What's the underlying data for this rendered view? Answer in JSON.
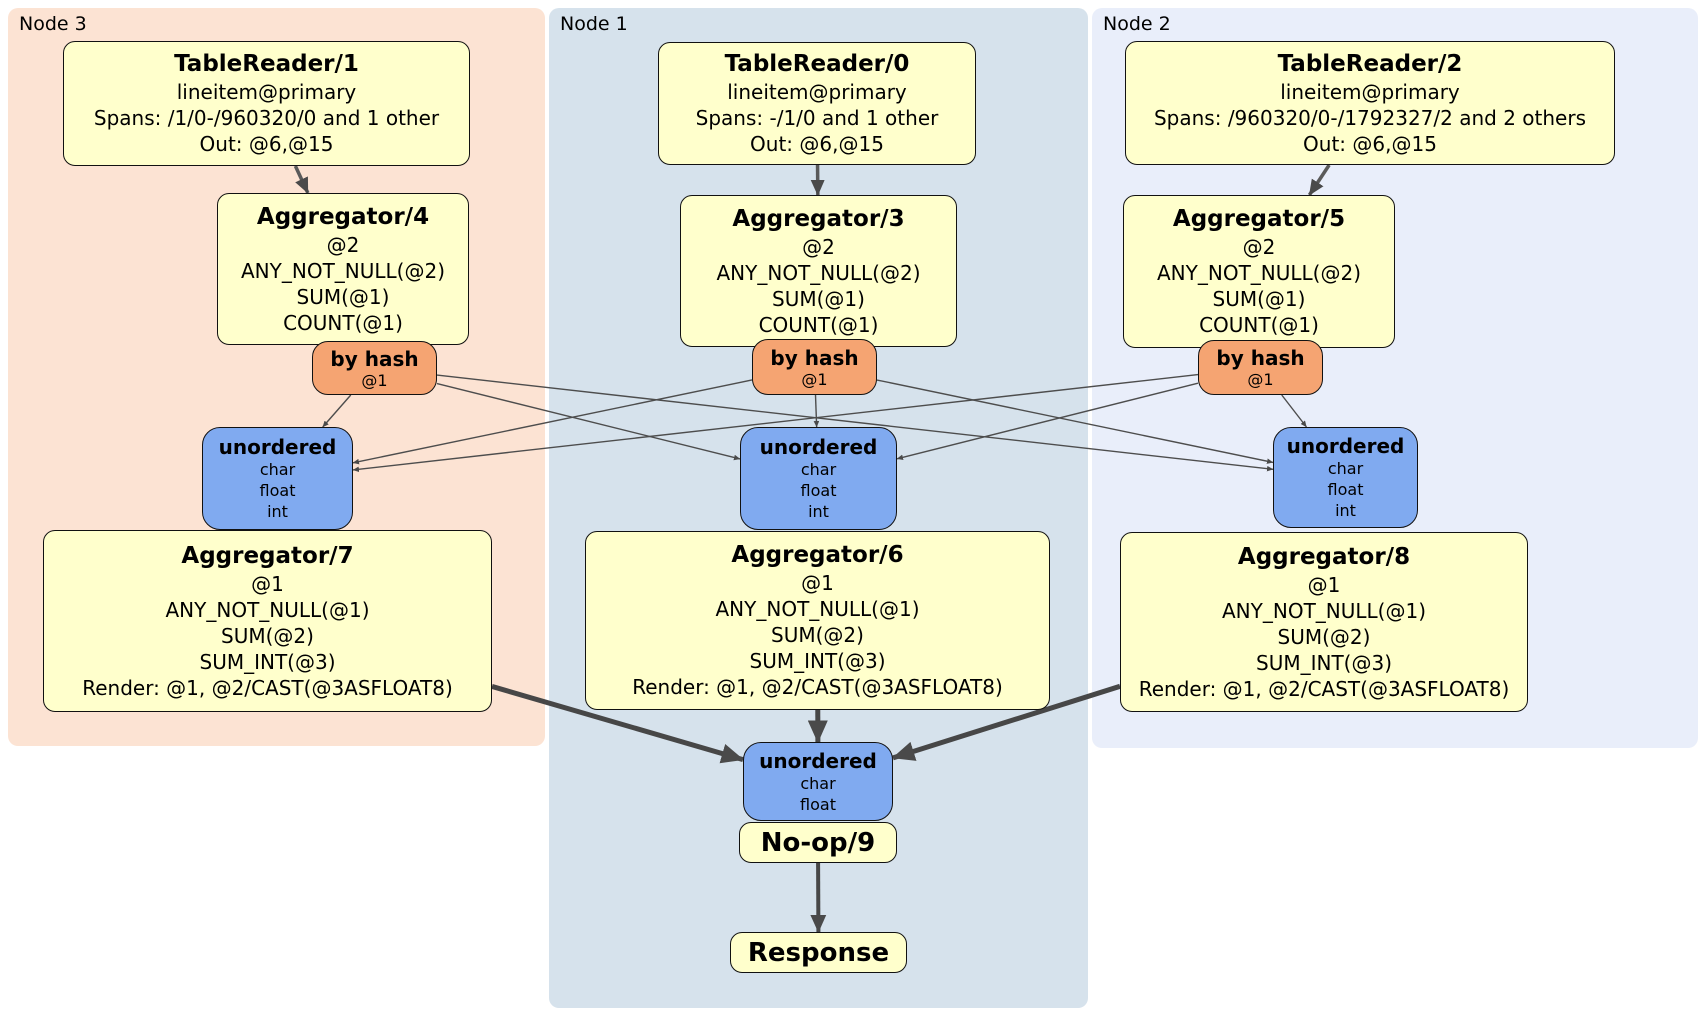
{
  "regions": [
    {
      "id": "node3",
      "label": "Node 3",
      "color": "#fce3d3"
    },
    {
      "id": "node1",
      "label": "Node 1",
      "color": "#d6e2ec"
    },
    {
      "id": "node2",
      "label": "Node 2",
      "color": "#e9eefa"
    }
  ],
  "boxes": {
    "tr1": {
      "title": "TableReader/1",
      "lines": [
        "lineitem@primary",
        "Spans: /1/0-/960320/0 and 1 other",
        "Out: @6,@15"
      ]
    },
    "tr0": {
      "title": "TableReader/0",
      "lines": [
        "lineitem@primary",
        "Spans: -/1/0 and 1 other",
        "Out: @6,@15"
      ]
    },
    "tr2": {
      "title": "TableReader/2",
      "lines": [
        "lineitem@primary",
        "Spans: /960320/0-/1792327/2 and 2 others",
        "Out: @6,@15"
      ]
    },
    "agg4": {
      "title": "Aggregator/4",
      "lines": [
        "@2",
        "ANY_NOT_NULL(@2)",
        "SUM(@1)",
        "COUNT(@1)"
      ]
    },
    "agg3": {
      "title": "Aggregator/3",
      "lines": [
        "@2",
        "ANY_NOT_NULL(@2)",
        "SUM(@1)",
        "COUNT(@1)"
      ]
    },
    "agg5": {
      "title": "Aggregator/5",
      "lines": [
        "@2",
        "ANY_NOT_NULL(@2)",
        "SUM(@1)",
        "COUNT(@1)"
      ]
    },
    "hash4": {
      "title": "by hash",
      "lines": [
        "@1"
      ]
    },
    "hash3": {
      "title": "by hash",
      "lines": [
        "@1"
      ]
    },
    "hash5": {
      "title": "by hash",
      "lines": [
        "@1"
      ]
    },
    "sync7": {
      "title": "unordered",
      "lines": [
        "char",
        "float",
        "int"
      ]
    },
    "sync6": {
      "title": "unordered",
      "lines": [
        "char",
        "float",
        "int"
      ]
    },
    "sync8": {
      "title": "unordered",
      "lines": [
        "char",
        "float",
        "int"
      ]
    },
    "agg7": {
      "title": "Aggregator/7",
      "lines": [
        "@1",
        "ANY_NOT_NULL(@1)",
        "SUM(@2)",
        "SUM_INT(@3)",
        "Render: @1, @2/CAST(@3ASFLOAT8)"
      ]
    },
    "agg6": {
      "title": "Aggregator/6",
      "lines": [
        "@1",
        "ANY_NOT_NULL(@1)",
        "SUM(@2)",
        "SUM_INT(@3)",
        "Render: @1, @2/CAST(@3ASFLOAT8)"
      ]
    },
    "agg8": {
      "title": "Aggregator/8",
      "lines": [
        "@1",
        "ANY_NOT_NULL(@1)",
        "SUM(@2)",
        "SUM_INT(@3)",
        "Render: @1, @2/CAST(@3ASFLOAT8)"
      ]
    },
    "syncF": {
      "title": "unordered",
      "lines": [
        "char",
        "float"
      ]
    },
    "noop": {
      "title": "No-op/9"
    },
    "resp": {
      "title": "Response"
    }
  },
  "edges": [
    {
      "from": "tr1",
      "to": "agg4",
      "kind": "reader"
    },
    {
      "from": "tr0",
      "to": "agg3",
      "kind": "reader"
    },
    {
      "from": "tr2",
      "to": "agg5",
      "kind": "reader"
    },
    {
      "from": "hash4",
      "to": "sync7",
      "kind": "thin"
    },
    {
      "from": "hash4",
      "to": "sync6",
      "kind": "thin"
    },
    {
      "from": "hash4",
      "to": "sync8",
      "kind": "thin"
    },
    {
      "from": "hash3",
      "to": "sync7",
      "kind": "thin"
    },
    {
      "from": "hash3",
      "to": "sync6",
      "kind": "thin"
    },
    {
      "from": "hash3",
      "to": "sync8",
      "kind": "thin"
    },
    {
      "from": "hash5",
      "to": "sync7",
      "kind": "thin"
    },
    {
      "from": "hash5",
      "to": "sync6",
      "kind": "thin"
    },
    {
      "from": "hash5",
      "to": "sync8",
      "kind": "thin"
    },
    {
      "from": "agg7",
      "to": "syncF",
      "kind": "thick"
    },
    {
      "from": "agg6",
      "to": "syncF",
      "kind": "thick"
    },
    {
      "from": "agg8",
      "to": "syncF",
      "kind": "thick"
    },
    {
      "from": "noop",
      "to": "resp",
      "kind": "flow"
    }
  ],
  "edge_colors": {
    "thin": "#4d4d4d",
    "reader": "#5a5a5a",
    "thick": "#474747",
    "flow": "#474747"
  }
}
